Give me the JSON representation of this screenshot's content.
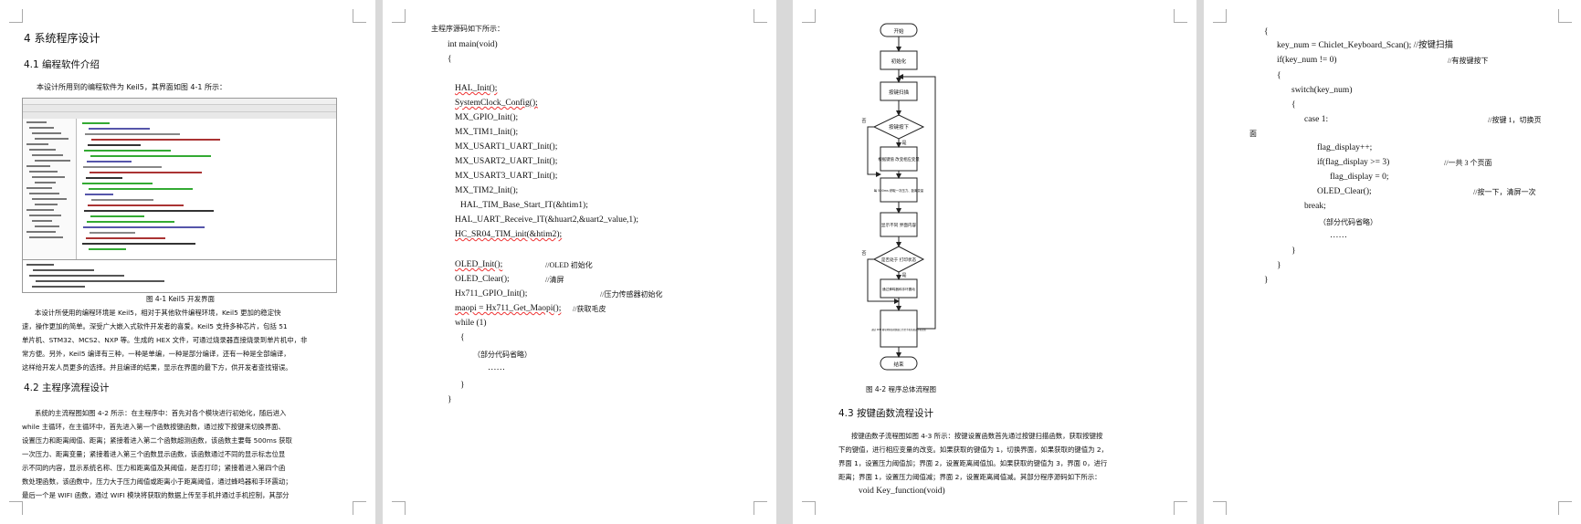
{
  "page1": {
    "section_title": "4 系统程序设计",
    "sub_41": "4.1 编程软件介绍",
    "intro": "本设计所用到的编程软件为 Keil5，其界面如图 4-1 所示：",
    "fig1_caption": "图 4-1 Keil5 开发界面",
    "para1_lines": [
      "本设计所使用的编程环境是 Keil5，相对于其他软件编程环境，Keil5 更加的稳定快",
      "速，操作更加的简单。深受广大嵌入式软件开发者的喜爱。Keil5 支持多种芯片，包括 51",
      "单片机、STM32、MCS2、NXP 等。生成的 HEX 文件，可通过烧录器直接烧录到单片机中，非",
      "常方便。另外，Keil5 编译有三种，一种是单编，一种是部分编译，还有一种是全部编译，",
      "这样给开发人员更多的选择。并且编译的结果，显示在界面的最下方，供开发者查找错误。"
    ],
    "sub_42": "4.2 主程序流程设计",
    "para2_lines": [
      "系统的主流程图如图 4-2 所示：在主程序中：首先对各个模块进行初始化，随后进入",
      "while 主循环，在主循环中，首先进入第一个函数按键函数，通过按下按键来切换界面、",
      "设置压力和距离阈值、距离；紧接着进入第二个函数超测函数，该函数主要每 500ms 获取",
      "一次压力、距离变量；紧接着进入第三个函数显示函数，该函数通过不同的显示标志位显",
      "示不同的内容，显示系统名称、压力和距离值及其阈值，是否打印；紧接着进入第四个函",
      "数处理函数，该函数中，压力大于压力阈值或距离小于距离阈值，通过蜂鸣器和手环震动；",
      "最后一个是 WIFI 函数，通过 WIFI 模块将获取的数据上传至手机并通过手机控制，其部分"
    ]
  },
  "page2": {
    "intro": "主程序源码如下所示：",
    "code": [
      "int main(void)",
      "{",
      "HAL_Init();",
      "SystemClock_Config();",
      "MX_GPIO_Init();",
      "MX_TIM1_Init();",
      "MX_USART1_UART_Init();",
      "MX_USART2_UART_Init();",
      "MX_USART3_UART_Init();",
      "MX_TIM2_Init();",
      "HAL_TIM_Base_Start_IT(&htim1);",
      "HAL_UART_Receive_IT(&huart2,&uart2_value,1);",
      "HC_SR04_TIM_init(&htim2);",
      "OLED_Init();",
      "//OLED 初始化",
      "OLED_Clear();",
      "//清屏",
      "Hx711_GPIO_Init();",
      "//压力传感器初始化",
      "maopi = Hx711_Get_Maopi();",
      "//获取毛皮",
      "while (1)",
      "{",
      "（部分代码省略）",
      "……",
      "}",
      "}"
    ]
  },
  "page3": {
    "flow_nodes": [
      "开始",
      "初始化",
      "按键扫描",
      "按键按下",
      "根据键值 改变相应变量",
      "每 500ms 获取一次压力、距离变量",
      "显示不同 界面内容",
      "是否处于 打印状态",
      "通过蜂鸣器和手环震动",
      "通过 WIFI 模块将获取的数据上传至手机并通过手机控制",
      "结束"
    ],
    "yes_label": "是",
    "no_label": "否",
    "fig2_caption": "图 4-2  程序总体流程图",
    "sub_43": "4.3 按键函数流程设计",
    "para_lines": [
      "按键函数子流程图如图 4-3 所示：按键设置函数首先通过按键扫描函数，获取按键按",
      "下的键值，进行相应变量的改变。如果获取的键值为 1，切换界面，如果获取的键值为 2，",
      "界面 1，设置压力阈值加；界面 2，设置距离阈值加。如果获取的键值为 3，界面 0，进行",
      "距离；界面 1，设置压力阈值减；界面 2，设置距离阈值减。其部分程序源码如下所示："
    ],
    "func_line": "void Key_function(void)"
  },
  "page4": {
    "code": [
      "{",
      "key_num = Chiclet_Keyboard_Scan(); //按键扫描",
      "if(key_num != 0)",
      "//有按键按下",
      "{",
      "switch(key_num)",
      "{",
      "case 1:",
      "//按键 1，切换页",
      "面",
      "flag_display++;",
      "if(flag_display >= 3)",
      "//一共 3 个页面",
      "flag_display = 0;",
      "OLED_Clear();",
      "//按一下，清屏一次",
      "break;",
      "（部分代码省略）",
      "……",
      "}",
      "}",
      "}"
    ]
  }
}
